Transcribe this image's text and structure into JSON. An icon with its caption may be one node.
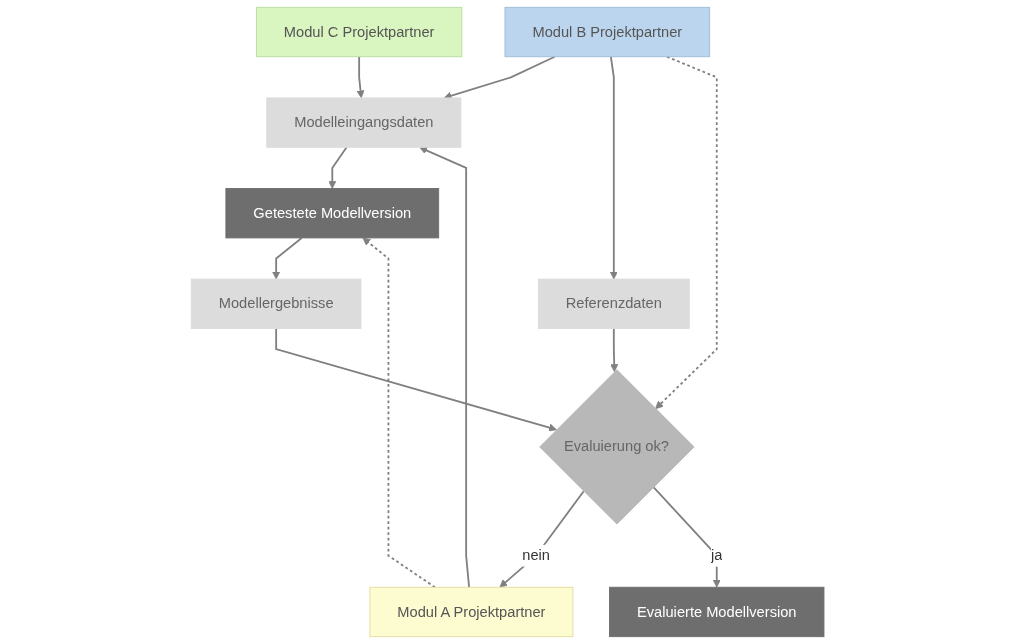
{
  "diagram": {
    "nodes": [
      {
        "text": [
          "Modul C Projektpartner"
        ]
      },
      {
        "text": [
          "Modelleingangsdaten"
        ]
      },
      {
        "text": [
          "Modul A Projektpartner"
        ]
      },
      {
        "text": [
          "Getestete Modellversion"
        ]
      },
      {
        "text": [
          "Modul B Projektpartner"
        ]
      },
      {
        "text": [
          "Modellergebnisse"
        ]
      },
      {
        "text": [
          "Referenzdaten"
        ]
      },
      {
        "text": [
          "Evaluierung ok?"
        ]
      },
      {
        "text": [
          "Evaluierte Modellversion"
        ]
      }
    ],
    "edges": [
      {
        "from": 0,
        "to": 1,
        "arrow": "to"
      },
      {
        "from": 2,
        "to": 1,
        "arrow": "to"
      },
      {
        "from": 4,
        "to": 1,
        "arrow": "to"
      },
      {
        "from": 1,
        "to": 3,
        "arrow": "to"
      },
      {
        "from": 2,
        "to": 3,
        "arrow": "to",
        "style": "dashed"
      },
      {
        "from": 3,
        "to": 5,
        "arrow": "to"
      },
      {
        "from": 4,
        "to": 6,
        "arrow": "to"
      },
      {
        "from": 5,
        "to": 7,
        "arrow": "to"
      },
      {
        "from": 6,
        "to": 7,
        "arrow": "to"
      },
      {
        "from": 4,
        "to": 7,
        "arrow": "to",
        "style": "dashed"
      },
      {
        "from": 7,
        "to": 2,
        "arrow": "to",
        "label": "nein"
      },
      {
        "from": 7,
        "to": 8,
        "arrow": "to",
        "label": "ja"
      }
    ]
  }
}
